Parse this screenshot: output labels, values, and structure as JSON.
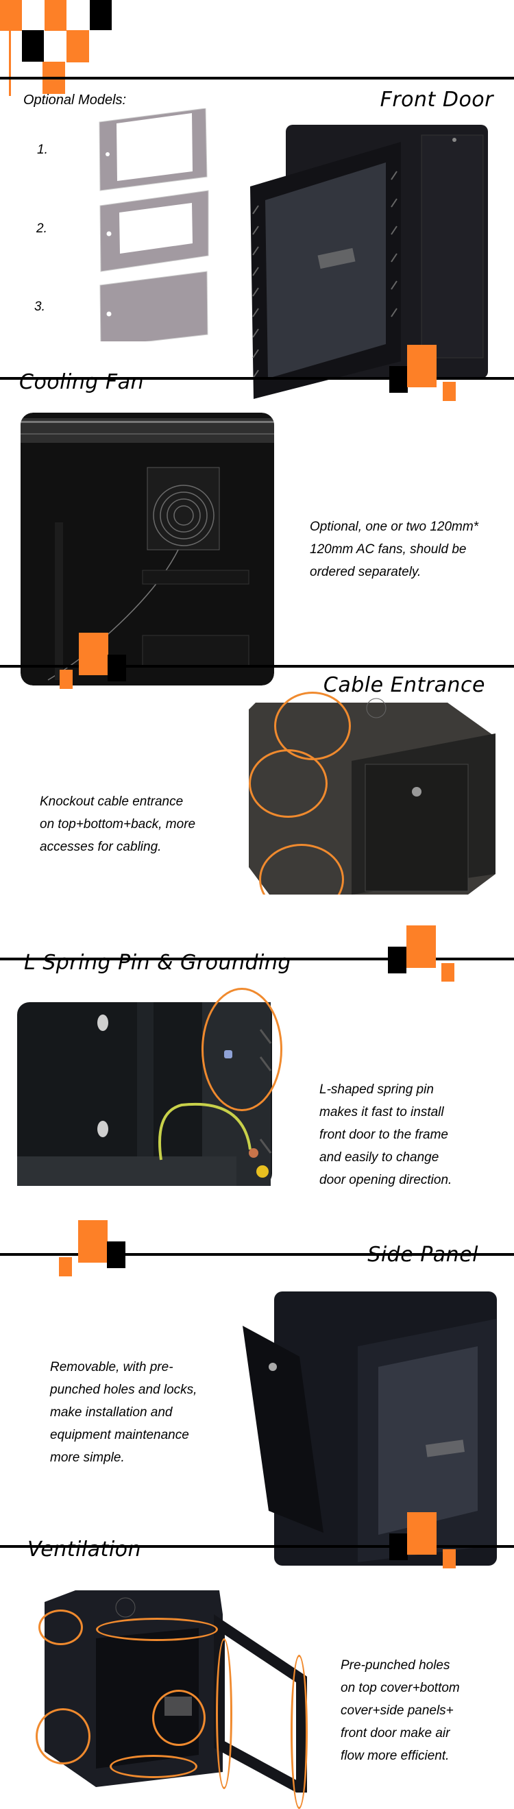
{
  "colors": {
    "accent_orange": "#fd8027",
    "rule": "#000000",
    "highlight_ring": "#f08a2e"
  },
  "sections": [
    {
      "title": "Front Door",
      "optional_models_label": "Optional Models:",
      "models": [
        {
          "number": "1.",
          "type": "glass-panel-wide-frame"
        },
        {
          "number": "2.",
          "type": "glass-panel-narrow-window"
        },
        {
          "number": "3.",
          "type": "solid-steel-panel"
        }
      ],
      "image": "cabinet-front-door-open"
    },
    {
      "title": "Cooling Fan",
      "description": "Optional, one or two 120mm*\n120mm AC fans, should be\nordered separately.",
      "image": "cabinet-interior-cooling-fan"
    },
    {
      "title": "Cable Entrance",
      "description": "Knockout cable entrance\non top+bottom+back, more\naccesses for cabling.",
      "image": "cabinet-knockout-cable-entrances"
    },
    {
      "title": "L Spring Pin & Grounding",
      "description": "L-shaped spring pin\nmakes it fast to install\nfront door to the frame\nand easily to change\ndoor opening direction.",
      "image": "spring-pin-and-grounding-wire"
    },
    {
      "title": "Side Panel",
      "description": "Removable, with pre-\npunched holes and locks,\nmake installation and\nequipment maintenance\nmore simple.",
      "image": "cabinet-side-panel-removed"
    },
    {
      "title": "Ventilation",
      "description": "Pre-punched holes\non top cover+bottom\ncover+side panels+\nfront door make air\nflow more efficient.",
      "image": "cabinet-ventilation-holes"
    }
  ]
}
